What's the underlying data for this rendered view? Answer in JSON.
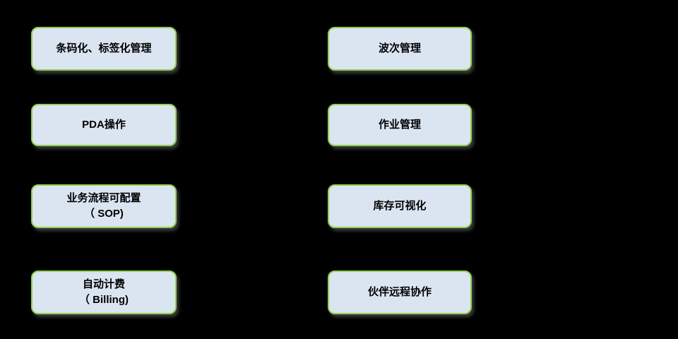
{
  "colors": {
    "background": "#000000",
    "box_fill": "#dbe5f1",
    "box_border": "#92d050",
    "box_text": "#000000"
  },
  "diagram": {
    "left_column": [
      {
        "lines": [
          "条码化、标签化管理"
        ]
      },
      {
        "lines": [
          "PDA操作"
        ]
      },
      {
        "lines": [
          "业务流程可配置",
          "（ SOP)"
        ]
      },
      {
        "lines": [
          "自动计费",
          "（ Billing)"
        ]
      }
    ],
    "right_column": [
      {
        "lines": [
          "波次管理"
        ]
      },
      {
        "lines": [
          "作业管理"
        ]
      },
      {
        "lines": [
          "库存可视化"
        ]
      },
      {
        "lines": [
          "伙伴远程协作"
        ]
      }
    ]
  }
}
